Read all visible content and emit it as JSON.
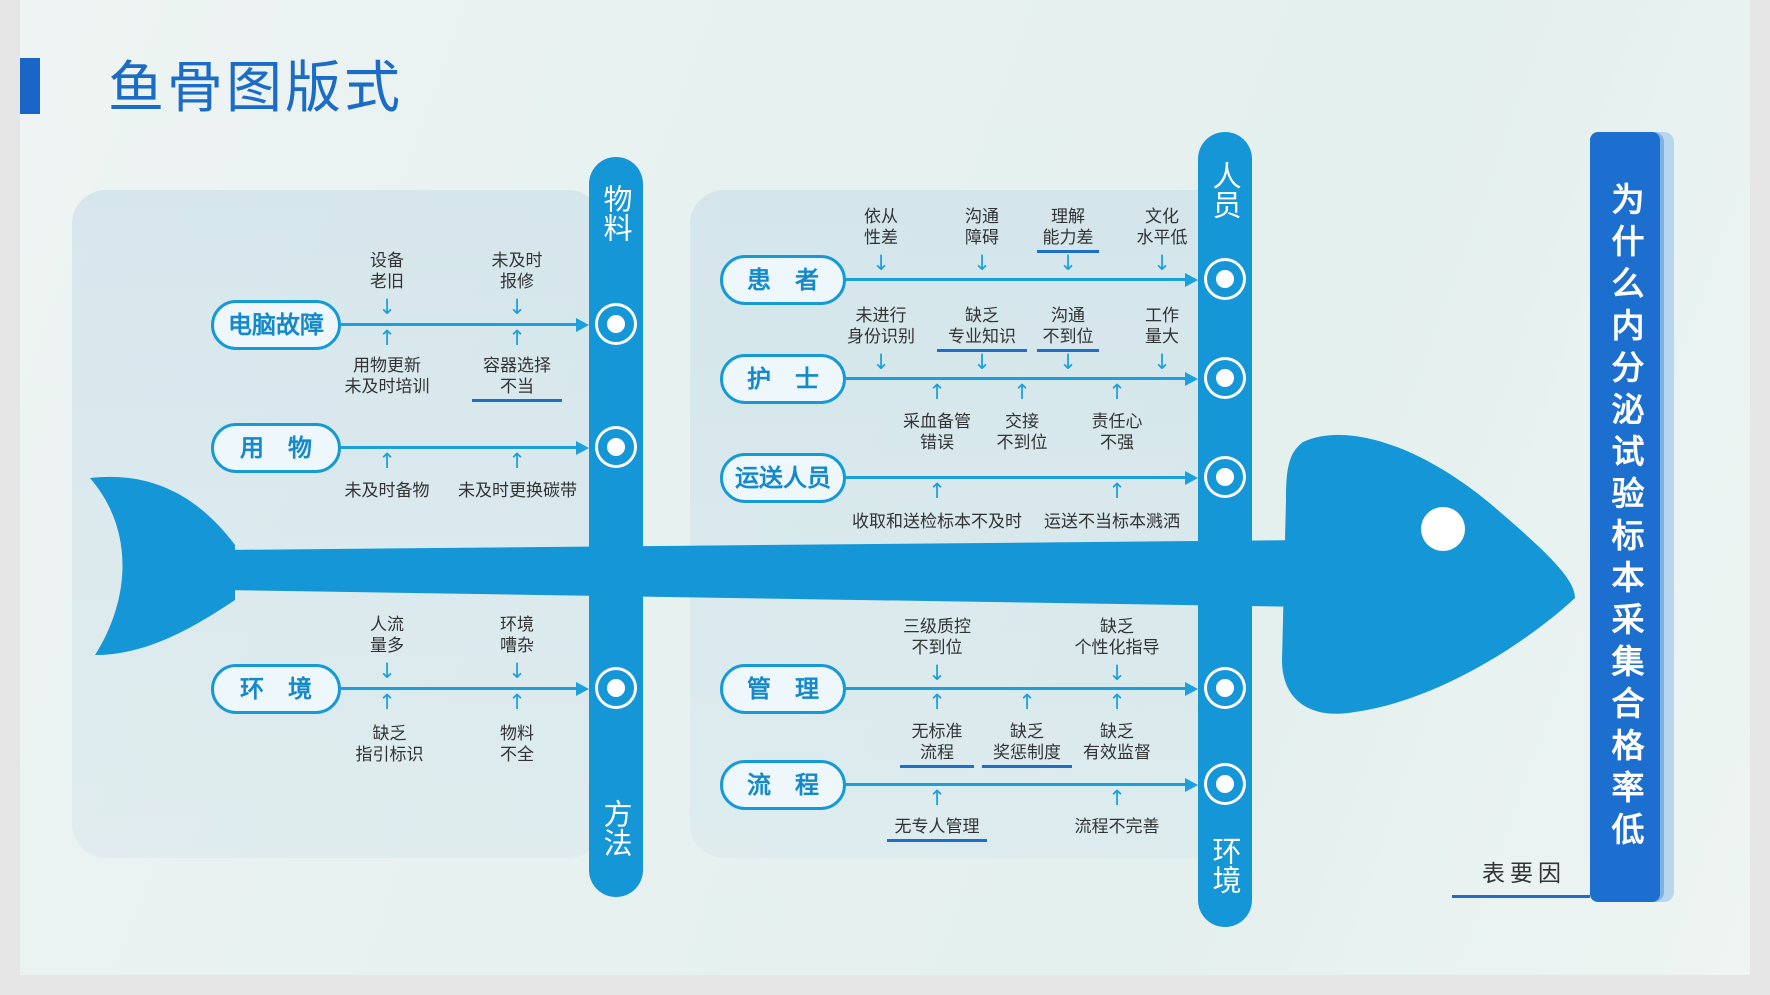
{
  "title": "鱼骨图版式",
  "effect": "为什么内分泌试验标本采集合格率低",
  "table_label": "表要因",
  "colors": {
    "rail": "#1596d6",
    "fish": "#1596d6",
    "title": "#1b6cc6",
    "effect_card": "#1c6fcf"
  },
  "categories": {
    "material": "物料",
    "method": "方法",
    "people": "人员",
    "environment": "环境"
  },
  "branches": {
    "computer": {
      "label": "电脑故障",
      "above": [
        "设备\n老旧",
        "未及时\n报修"
      ],
      "below": [
        "用物更新\n未及时培训",
        "容器选择\n不当"
      ]
    },
    "supplies": {
      "label": "用　物",
      "below": [
        "未及时备物",
        "未及时更换碳带"
      ]
    },
    "env": {
      "label": "环　境",
      "above": [
        "人流\n量多",
        "环境\n嘈杂"
      ],
      "below": [
        "缺乏\n指引标识",
        "物料\n不全"
      ]
    },
    "patient": {
      "label": "患　者",
      "above": [
        "依从\n性差",
        "沟通\n障碍",
        "理解\n能力差",
        "文化\n水平低"
      ]
    },
    "nurse": {
      "label": "护　士",
      "above": [
        "未进行\n身份识别",
        "缺乏\n专业知识",
        "沟通\n不到位",
        "工作\n量大"
      ],
      "below": [
        "采血备管\n错误",
        "交接\n不到位",
        "责任心\n不强"
      ]
    },
    "transport": {
      "label": "运送人员",
      "below": [
        "收取和送检标本不及时",
        "运送不当标本溅洒"
      ]
    },
    "management": {
      "label": "管　理",
      "above": [
        "三级质控\n不到位",
        "缺乏\n个性化指导"
      ],
      "below": [
        "无标准\n流程",
        "缺乏\n奖惩制度",
        "缺乏\n有效监督"
      ]
    },
    "process": {
      "label": "流　程",
      "below": [
        "无专人管理",
        "流程不完善"
      ]
    }
  }
}
